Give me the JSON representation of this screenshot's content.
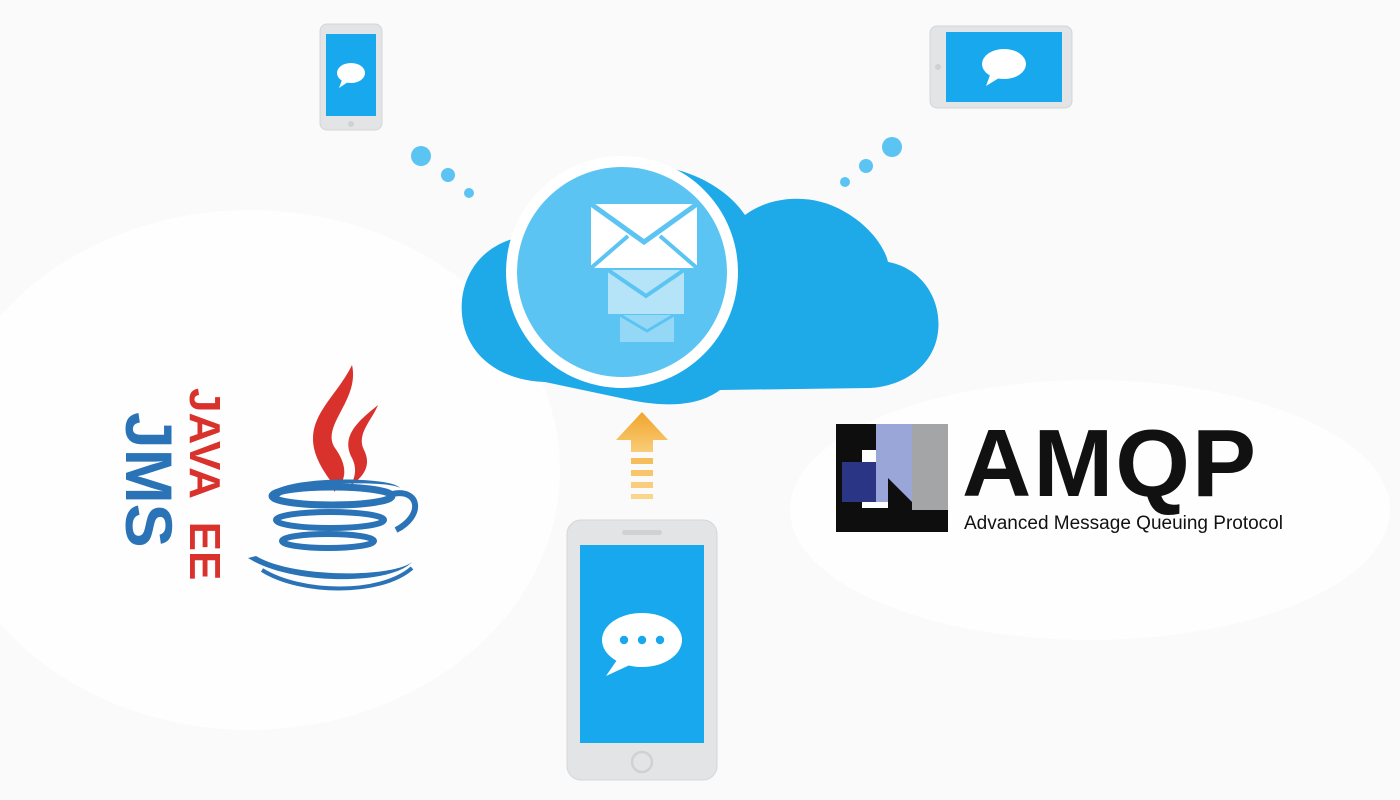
{
  "logos": {
    "jms_label": "JMS",
    "java_ee_label": "JAVA  EE",
    "amqp_title": "AMQP",
    "amqp_subtitle": "Advanced Message Queuing Protocol"
  },
  "icons": [
    "cloud-icon",
    "envelope-icon",
    "phone-icon",
    "tablet-icon",
    "chat-bubble-icon",
    "up-arrow-icon",
    "java-cup-icon",
    "amqp-mark-icon"
  ],
  "colors": {
    "cloud_blue": "#1ea9e8",
    "circle_blue": "#5cc4f2",
    "screen_blue": "#17a8ee",
    "device_gray": "#e2e4e6",
    "arrow_orange": "#f4b651",
    "java_red": "#d9312b",
    "java_blue": "#2a73b6",
    "amqp_navy": "#2b3585",
    "amqp_periwinkle": "#9aa6d8",
    "amqp_gray": "#a4a5a7"
  }
}
